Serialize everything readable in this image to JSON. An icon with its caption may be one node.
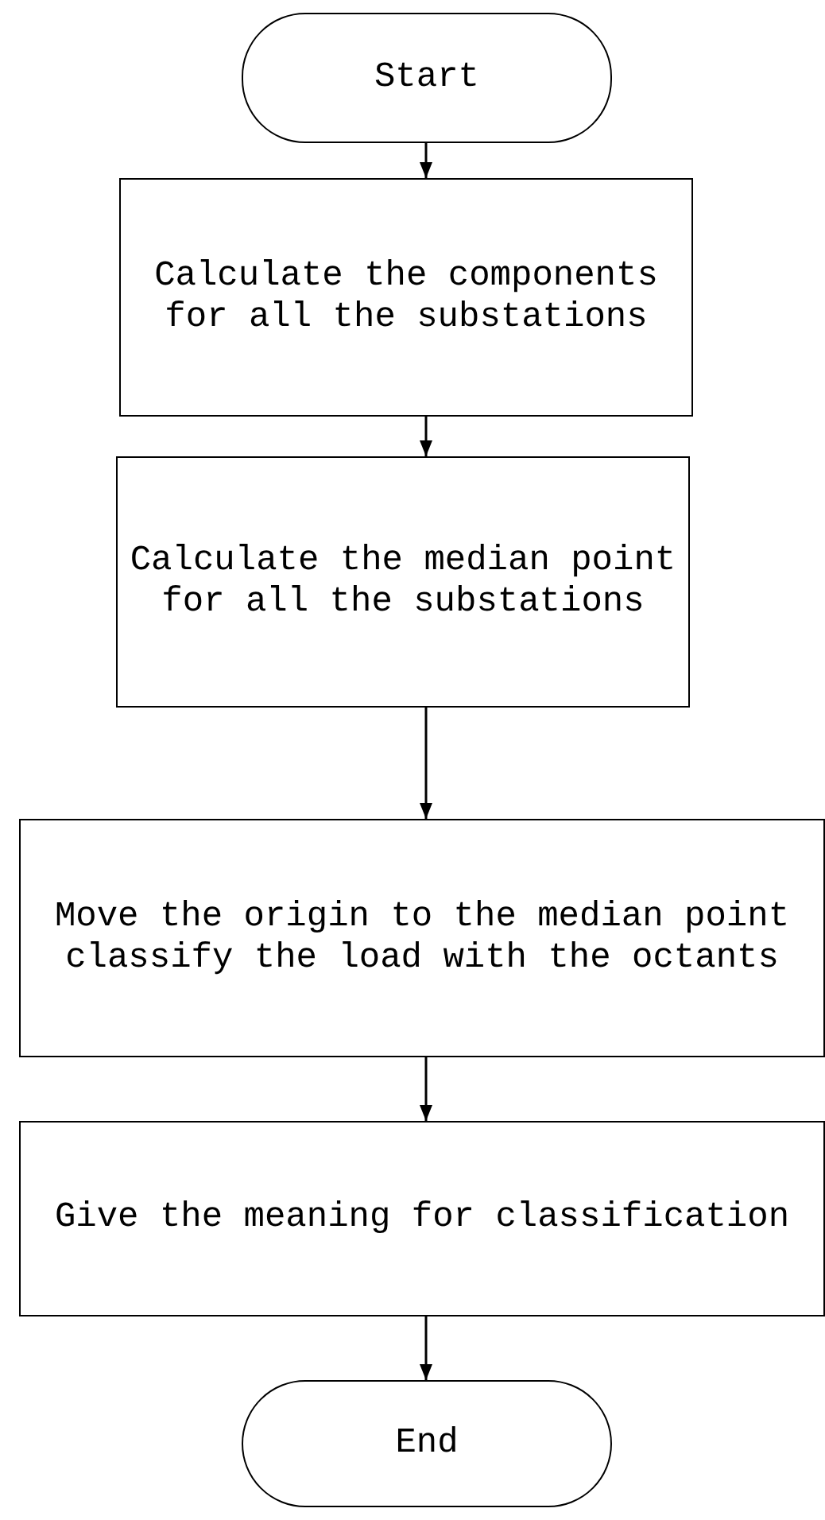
{
  "diagram": {
    "nodes": [
      {
        "text": [
          "Start"
        ]
      },
      {
        "text": [
          "Calculate the components for all the substations"
        ]
      },
      {
        "text": [
          "Calculate the median point for all the substations"
        ]
      },
      {
        "text": [
          "Move the origin to the median point classify the load with the octants"
        ]
      },
      {
        "text": [
          "Give the meaning for classification"
        ]
      },
      {
        "text": [
          "End"
        ]
      }
    ],
    "edges": [
      {
        "from": 0,
        "to": 1,
        "arrow": "to"
      },
      {
        "from": 1,
        "to": 2,
        "arrow": "to"
      },
      {
        "from": 2,
        "to": 3,
        "arrow": "to"
      },
      {
        "from": 3,
        "to": 4,
        "arrow": "to"
      },
      {
        "from": 4,
        "to": 5,
        "arrow": "to"
      }
    ]
  }
}
